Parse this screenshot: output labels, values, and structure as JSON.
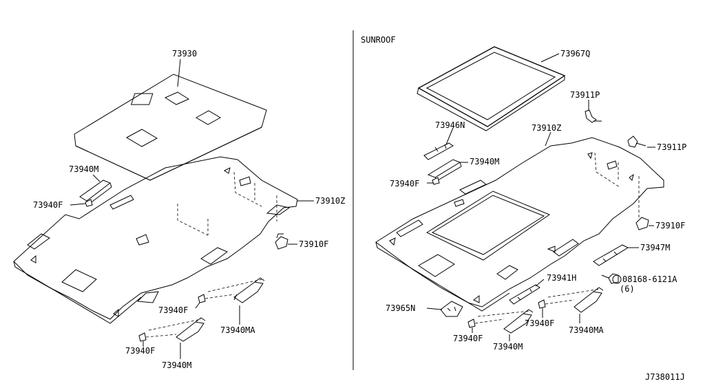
{
  "section_title": "SUNROOF",
  "drawing_number": "J738011J",
  "left_labels": {
    "headlining_board": "73930",
    "grip_m": "73940M",
    "clip_f_top": "73940F",
    "lining_z": "73910Z",
    "clip_910f": "73910F",
    "clip_f_mid": "73940F",
    "grip_ma": "73940MA",
    "clip_f_bottom": "73940F",
    "grip_m_bottom": "73940M"
  },
  "right_labels": {
    "sunroof_seal": "73967Q",
    "holder_p_left": "73911P",
    "bracket_n": "73946N",
    "lining_z": "73910Z",
    "holder_p_right": "73911P",
    "grip_m": "73940M",
    "clip_f_top": "73940F",
    "clip_910f": "73910F",
    "bracket_947m": "73947M",
    "bracket_941h": "73941H",
    "bolt": "08168-6121A",
    "bolt_qty": "(6)",
    "bracket_965n": "73965N",
    "clip_f_mid": "73940F",
    "grip_ma": "73940MA",
    "clip_f_bottom": "73940F",
    "grip_m_bottom": "73940M"
  }
}
